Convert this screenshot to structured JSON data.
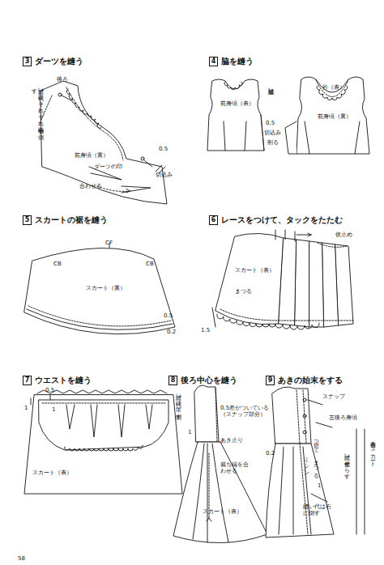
{
  "diagram": {
    "nodes": [
      {
        "text": [
          "3",
          "ダーツを縫う"
        ]
      },
      {
        "text": [
          "4",
          "脇を縫う"
        ]
      },
      {
        "text": [
          "5",
          "スカートの裾を縫う"
        ]
      },
      {
        "text": [
          "6",
          "レースをつけて、タックをたたむ"
        ]
      },
      {
        "text": [
          "7",
          "ウエストを縫う"
        ]
      },
      {
        "text": [
          "8",
          "後ろ中心を縫う"
        ]
      },
      {
        "text": [
          "9",
          "あきの始末をする"
        ]
      }
    ],
    "labels": [
      "後ろ",
      "縫い代はそれぞれ中心側に倒す",
      "前身頃（裏）",
      "ダーツの印",
      "合わせる",
      "0.5",
      "切込み",
      "前身頃（表）",
      "脇縫い",
      "0.5",
      "切込み",
      "割る",
      "衿（表）",
      "前身頃（裏）",
      "CB",
      "CF",
      "CB",
      "スカート（裏）",
      "0.5",
      "0.2",
      "仮止め",
      "スカート（表）",
      "まつる",
      "1.5",
      "1",
      "0.5",
      "1",
      "スカート（表）",
      "縫い代は下に倒す",
      "0.5差がついている（スナップ部分）",
      "あき止り",
      "1",
      "裁ち端を合わせる",
      "スカート（表）",
      "スナップ",
      "左後ろ身頃",
      "0.2",
      "折って、まつる",
      "ミシン",
      "1",
      "縫い代は右に倒す",
      "右後ろスカート",
      "縫い代分ずらす",
      "58"
    ]
  }
}
